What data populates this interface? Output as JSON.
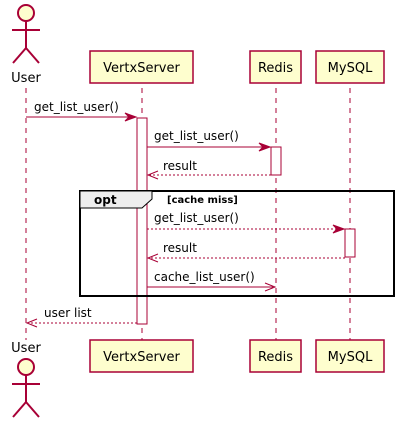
{
  "participants": {
    "user": "User",
    "vertx": "VertxServer",
    "redis": "Redis",
    "mysql": "MySQL"
  },
  "messages": [
    {
      "label": "get_list_user()",
      "from": "user",
      "to": "vertx",
      "style": "solid"
    },
    {
      "label": "get_list_user()",
      "from": "vertx",
      "to": "redis",
      "style": "solid"
    },
    {
      "label": "result",
      "from": "redis",
      "to": "vertx",
      "style": "dashed"
    },
    {
      "label": "get_list_user()",
      "from": "vertx",
      "to": "mysql",
      "style": "dashed"
    },
    {
      "label": "result",
      "from": "mysql",
      "to": "vertx",
      "style": "dashed"
    },
    {
      "label": "cache_list_user()",
      "from": "vertx",
      "to": "redis",
      "style": "solid"
    },
    {
      "label": "user list",
      "from": "vertx",
      "to": "user",
      "style": "dashed"
    }
  ],
  "fragment": {
    "keyword": "opt",
    "guard": "[cache miss]"
  },
  "colors": {
    "border": "#A80036",
    "fill": "#FEFECE",
    "tab": "#EEEEEE"
  }
}
